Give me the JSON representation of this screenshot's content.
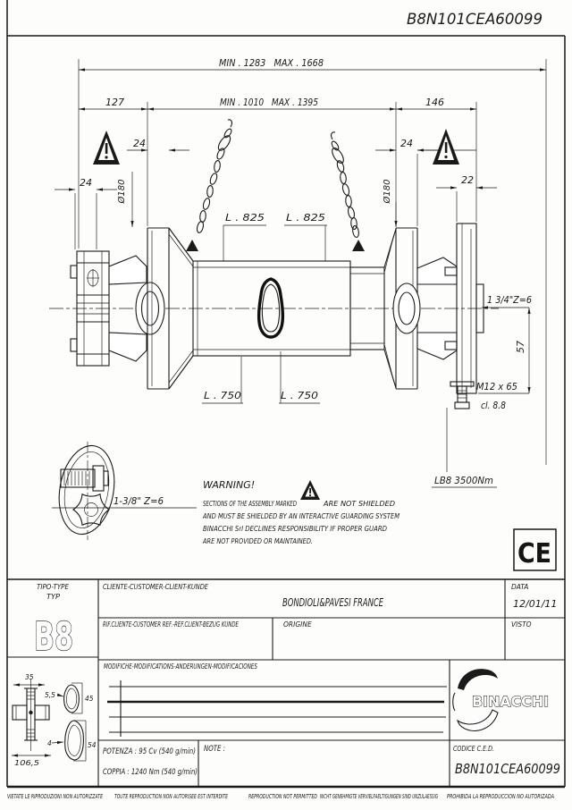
{
  "header": {
    "code": "B8N101CEA60099"
  },
  "drawing": {
    "dims": {
      "overall": "MIN . 1283   MAX . 1668",
      "closed": "MIN . 1010   MAX . 1395",
      "left_end": "127",
      "right_end": "146",
      "guard_band_left": "24",
      "hub_width": "24",
      "guard_band_right": "24",
      "flange_width": "22",
      "guard_dia_left": "Ø180",
      "guard_dia_right": "Ø180",
      "tube_len_a": "L . 825",
      "tube_len_b": "L . 825",
      "tube_len_c": "L . 750",
      "tube_len_d": "L . 750",
      "shaft_end": "1 3/4\"Z=6",
      "flange_offset": "57",
      "bolt": "M12 x 65",
      "bolt_class": "cl. 8.8",
      "limiter": "LB8 3500Nm",
      "spline": "1-3/8\" Z=6"
    },
    "warning": {
      "title": "WARNING!",
      "line1a": "SECTIONS OF THE ASSEMBLY MARKED",
      "line1b": "ARE NOT SHIELDED",
      "line2": "AND MUST BE SHIELDED BY AN INTERACTIVE GUARDING SYSTEM",
      "line3": "BINACCHI Srl DECLINES RESPONSIBILITY IF PROPER GUARD",
      "line4": "ARE NOT PROVIDED OR MAINTAINED."
    },
    "ce_mark": "CE"
  },
  "titleblock": {
    "tipo_label": "TIPO-TYPE",
    "tipo_label2": "TYP",
    "tipo_value": "B8",
    "cliente_label": "CLIENTE-CUSTOMER-CLIENT-KUNDE",
    "cliente_value": "BONDIOLI&PAVESI FRANCE",
    "data_label": "DATA",
    "data_value": "12/01/11",
    "rif_label": "RIF.CLIENTE-CUSTOMER REF.-REF.CLIENT-BEZUG KUNDE",
    "origine_label": "ORIGINE",
    "visto_label": "VISTO",
    "modifiche_label": "MODIFICHE-MODIFICATIONS-ANDERUNGEN-MODIFICACIONES",
    "potenza": "POTENZA : 95 Cv (540 g/min)",
    "coppia": "COPPIA : 1240 Nm (540 g/min)",
    "note_label": "NOTE :",
    "codice_label": "CODICE C.E.D.",
    "codice_value": "B8N101CEA60099",
    "logo_text": "BINACCHI",
    "mini_dims": {
      "width": "35",
      "length": "106,5",
      "wall_small": "5,5",
      "dia_small": "45",
      "wall_big": "4",
      "dia_big": "54"
    }
  },
  "footer": {
    "it": "VIETATE LE RIPRODUZIONI NON AUTORIZZATE",
    "fr": "TOUTE REPRODUCTION NON AUTORISEE EST INTERDITE",
    "en": "REPRODUCTION NOT PERMITTED",
    "de": "NICHT GENEHMIGTE VERVIELFAELTIGUNGEN SIND UNZULAESSIG",
    "es": "PROHIBIDA LA REPRODUCCION NO AUTORIZADA"
  }
}
